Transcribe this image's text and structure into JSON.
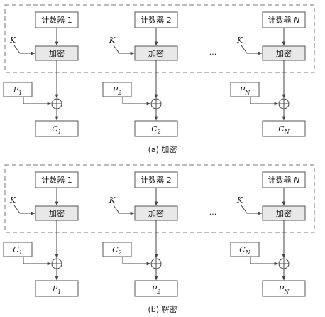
{
  "encrypt": {
    "caption": "(a) 加密",
    "counters": [
      "计数器 1",
      "计数器 2",
      "计数器 N"
    ],
    "counter_prefix": "计数器",
    "counter_idx": [
      "1",
      "2",
      "N"
    ],
    "enc_label": "加密",
    "key": "K",
    "inputs": [
      {
        "sym": "P",
        "sub": "1"
      },
      {
        "sym": "P",
        "sub": "2"
      },
      {
        "sym": "P",
        "sub": "N"
      }
    ],
    "outputs": [
      {
        "sym": "C",
        "sub": "1"
      },
      {
        "sym": "C",
        "sub": "2"
      },
      {
        "sym": "C",
        "sub": "N"
      }
    ],
    "ellipsis": "···"
  },
  "decrypt": {
    "caption": "(b) 解密",
    "counter_prefix": "计数器",
    "counter_idx": [
      "1",
      "2",
      "N"
    ],
    "enc_label": "加密",
    "key": "K",
    "inputs": [
      {
        "sym": "C",
        "sub": "1"
      },
      {
        "sym": "C",
        "sub": "2"
      },
      {
        "sym": "C",
        "sub": "N"
      }
    ],
    "outputs": [
      {
        "sym": "P",
        "sub": "1"
      },
      {
        "sym": "P",
        "sub": "2"
      },
      {
        "sym": "P",
        "sub": "N"
      }
    ],
    "ellipsis": "···"
  }
}
